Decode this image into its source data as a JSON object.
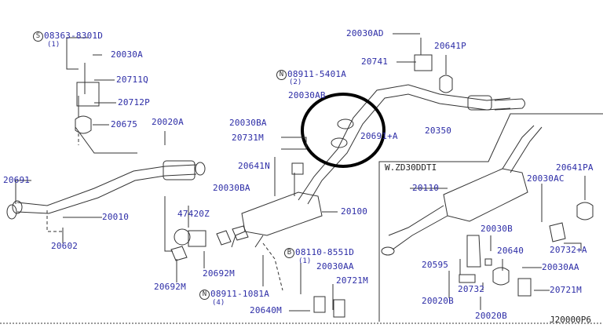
{
  "diagram_code": "J20000P6",
  "variant_label": "W.ZD30DDTI",
  "labels": {
    "p08363": {
      "prefix": "S",
      "part": "08363-8301D",
      "qty": "(1)"
    },
    "p20030A": "20030A",
    "p20711Q": "20711Q",
    "p20712P": "20712P",
    "p20675": "20675",
    "p20020A": "20020A",
    "p20691": "20691",
    "p20010": "20010",
    "p20602": "20602",
    "p20030AD": "20030AD",
    "p20641P": "20641P",
    "p20741": "20741",
    "p08911a": {
      "prefix": "N",
      "part": "08911-5401A",
      "qty": "(2)"
    },
    "p20030AB": "20030AB",
    "p20030BA1": "20030BA",
    "p20731M": "20731M",
    "p20691A": "20691+A",
    "p20350": "20350",
    "p20641N": "20641N",
    "p20030BA2": "20030BA",
    "p20110": "20110",
    "p20030AC": "20030AC",
    "p20641PA": "20641PA",
    "p20100": "20100",
    "p47420Z": "47420Z",
    "p20030B": "20030B",
    "p20640": "20640",
    "p20732A": "20732+A",
    "p08110": {
      "prefix": "B",
      "part": "08110-8551D",
      "qty": "(1)"
    },
    "p20692M1": "20692M",
    "p20595": "20595",
    "p20030AA1": "20030AA",
    "p20030AA2": "20030AA",
    "p20721M1": "20721M",
    "p20692M2": "20692M",
    "p20732": "20732",
    "p20721M2": "20721M",
    "p08911b": {
      "prefix": "N",
      "part": "08911-1081A",
      "qty": "(4)"
    },
    "p20020B1": "20020B",
    "p20640M": "20640M",
    "p20020B2": "20020B"
  }
}
